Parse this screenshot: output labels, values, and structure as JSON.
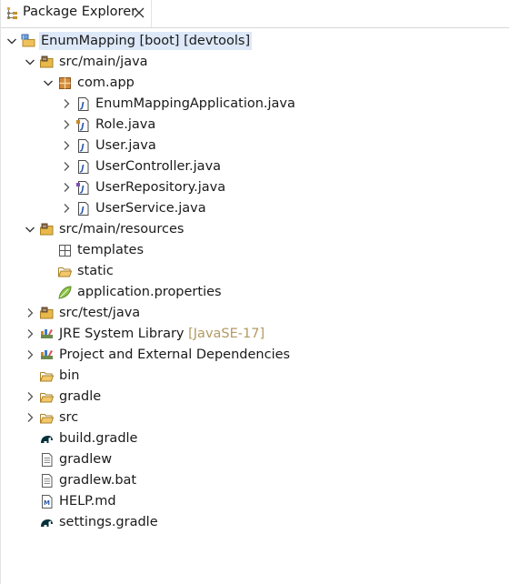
{
  "view": {
    "tab_title": "Package Explorer"
  },
  "colors": {
    "selection": "#dde8f8",
    "decoration": "#b39a62",
    "folder": "#e8b84a",
    "java": "#3a66b4"
  },
  "tree": [
    {
      "label": "EnumMapping",
      "decoration": " [boot] [devtools]",
      "icon": "project-icon",
      "expanded": true,
      "selected": true
    },
    {
      "label": "src/main/java",
      "icon": "source-folder-icon",
      "expanded": true
    },
    {
      "label": "com.app",
      "icon": "package-icon",
      "expanded": true
    },
    {
      "label": "EnumMappingApplication.java",
      "icon": "java-class-file-icon",
      "expanded": false
    },
    {
      "label": "Role.java",
      "icon": "java-enum-file-icon",
      "expanded": false
    },
    {
      "label": "User.java",
      "icon": "java-class-file-icon",
      "expanded": false
    },
    {
      "label": "UserController.java",
      "icon": "java-class-file-icon",
      "expanded": false
    },
    {
      "label": "UserRepository.java",
      "icon": "java-interface-file-icon",
      "expanded": false
    },
    {
      "label": "UserService.java",
      "icon": "java-class-file-icon",
      "expanded": false
    },
    {
      "label": "src/main/resources",
      "icon": "source-folder-icon",
      "expanded": true
    },
    {
      "label": "templates",
      "icon": "empty-package-icon"
    },
    {
      "label": "static",
      "icon": "open-folder-icon"
    },
    {
      "label": "application.properties",
      "icon": "spring-leaf-icon"
    },
    {
      "label": "src/test/java",
      "icon": "source-folder-icon",
      "expanded": false
    },
    {
      "label": "JRE System Library",
      "decoration": " [JavaSE-17]",
      "icon": "library-icon",
      "expanded": false
    },
    {
      "label": "Project and External Dependencies",
      "icon": "library-icon",
      "expanded": false
    },
    {
      "label": "bin",
      "icon": "open-folder-icon"
    },
    {
      "label": "gradle",
      "icon": "open-folder-icon",
      "expanded": false
    },
    {
      "label": "src",
      "icon": "open-folder-icon",
      "expanded": false
    },
    {
      "label": "build.gradle",
      "icon": "gradle-elephant-icon"
    },
    {
      "label": "gradlew",
      "icon": "text-file-icon"
    },
    {
      "label": "gradlew.bat",
      "icon": "text-file-icon"
    },
    {
      "label": "HELP.md",
      "icon": "markdown-file-icon"
    },
    {
      "label": "settings.gradle",
      "icon": "gradle-elephant-icon"
    }
  ]
}
